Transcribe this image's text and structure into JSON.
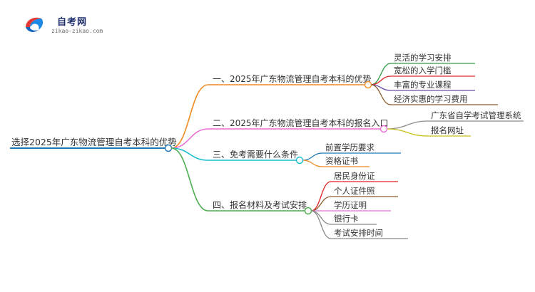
{
  "logo": {
    "title": "自考网",
    "subtitle": "zikao-zikao.com"
  },
  "mindmap": {
    "root": "选择2025年广东物流管理自考本科的优势",
    "branches": [
      {
        "label": "一、2025年广东物流管理自考本科的优势",
        "color": "#f08a24",
        "children": [
          {
            "label": "灵活的学习安排",
            "color": "#2f9e44"
          },
          {
            "label": "宽松的入学门槛",
            "color": "#e02424"
          },
          {
            "label": "丰富的专业课程",
            "color": "#6b4fa8"
          },
          {
            "label": "经济实惠的学习费用",
            "color": "#8a5a2b"
          }
        ]
      },
      {
        "label": "二、2025年广东物流管理自考本科的报名入口",
        "color": "#e96fd4",
        "children": [
          {
            "label": "广东省自学考试管理系统",
            "color": "#8a8a8a"
          },
          {
            "label": "报名网址",
            "color": "#c8c21e"
          }
        ]
      },
      {
        "label": "三、免考需要什么条件",
        "color": "#17becf",
        "children": [
          {
            "label": "前置学历要求",
            "color": "#1f77b4"
          },
          {
            "label": "资格证书",
            "color": "#f08a24"
          }
        ]
      },
      {
        "label": "四、报名材料及考试安排",
        "color": "#4caf50",
        "children": [
          {
            "label": "居民身份证",
            "color": "#e02424"
          },
          {
            "label": "个人证件照",
            "color": "#8a5a2b"
          },
          {
            "label": "学历证明",
            "color": "#e96fd4"
          },
          {
            "label": "银行卡",
            "color": "#8a8a8a"
          },
          {
            "label": "考试安排时间",
            "color": "#8a8a8a"
          }
        ]
      }
    ],
    "root_color": "#1f77b4"
  }
}
